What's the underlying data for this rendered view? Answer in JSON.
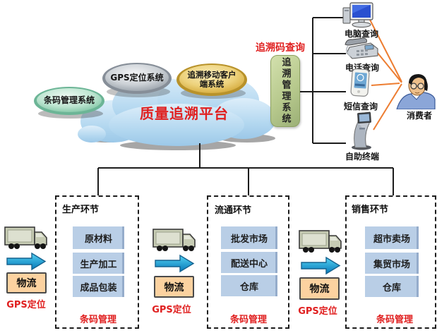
{
  "platform": {
    "title": "质量追溯平台",
    "subsystems": [
      {
        "name": "条码管理系统"
      },
      {
        "name": "GPS定位系统"
      },
      {
        "name": "追溯移动客户端系统",
        "lines": [
          "追溯移动客户",
          "端系统"
        ]
      }
    ]
  },
  "trace_management": {
    "box_label": "追溯管理系统",
    "query_label": "追溯码查询",
    "channels": [
      {
        "label": "电脑查询",
        "icon": "desktop-computer-icon"
      },
      {
        "label": "电话查询",
        "icon": "telephone-icon"
      },
      {
        "label": "短信查询",
        "icon": "mobile-phone-icon"
      },
      {
        "label": "自助终端",
        "icon": "kiosk-icon"
      }
    ],
    "consumer_label": "消费者"
  },
  "stages": [
    {
      "title": "生产环节",
      "items": [
        "原材料",
        "生产加工",
        "成品包装"
      ],
      "barcode_label": "条码管理"
    },
    {
      "title": "流通环节",
      "items": [
        "批发市场",
        "配送中心",
        "仓库"
      ],
      "barcode_label": "条码管理"
    },
    {
      "title": "销售环节",
      "items": [
        "超市卖场",
        "集贸市场",
        "仓库"
      ],
      "barcode_label": "条码管理"
    }
  ],
  "logistics": {
    "label": "物流",
    "gps_label": "GPS定位"
  },
  "colors": {
    "cloud_blue": "#b4d8f0",
    "title_red": "#e01f1f",
    "green_ellipse_rim": "#6cb596",
    "gray_ellipse_rim": "#868e98",
    "gold_ellipse_rim": "#b8922a",
    "trace_box_green": "#b7c98d",
    "item_blue": "#b9cee6",
    "logistics_orange": "#fcd2a0",
    "arrow_cyan": "#1fb4e6",
    "connector_black": "#1c1c1c",
    "consumer_line_orange": "#ed7d31"
  }
}
